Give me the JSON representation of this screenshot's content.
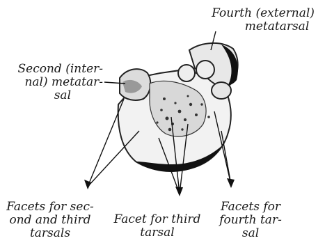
{
  "labels": {
    "fourth_metatarsal": [
      "Fourth (external)",
      "metatarsal"
    ],
    "second_metatarsal": [
      "Second (inter-",
      "nal) metatar-",
      "sal"
    ],
    "facets_second_third": [
      "Facets for sec-",
      "ond and third",
      "tarsals"
    ],
    "facet_third": [
      "Facet for third",
      "tarsal"
    ],
    "facets_fourth": [
      "Facets for",
      "fourth tar-",
      "sal"
    ]
  }
}
